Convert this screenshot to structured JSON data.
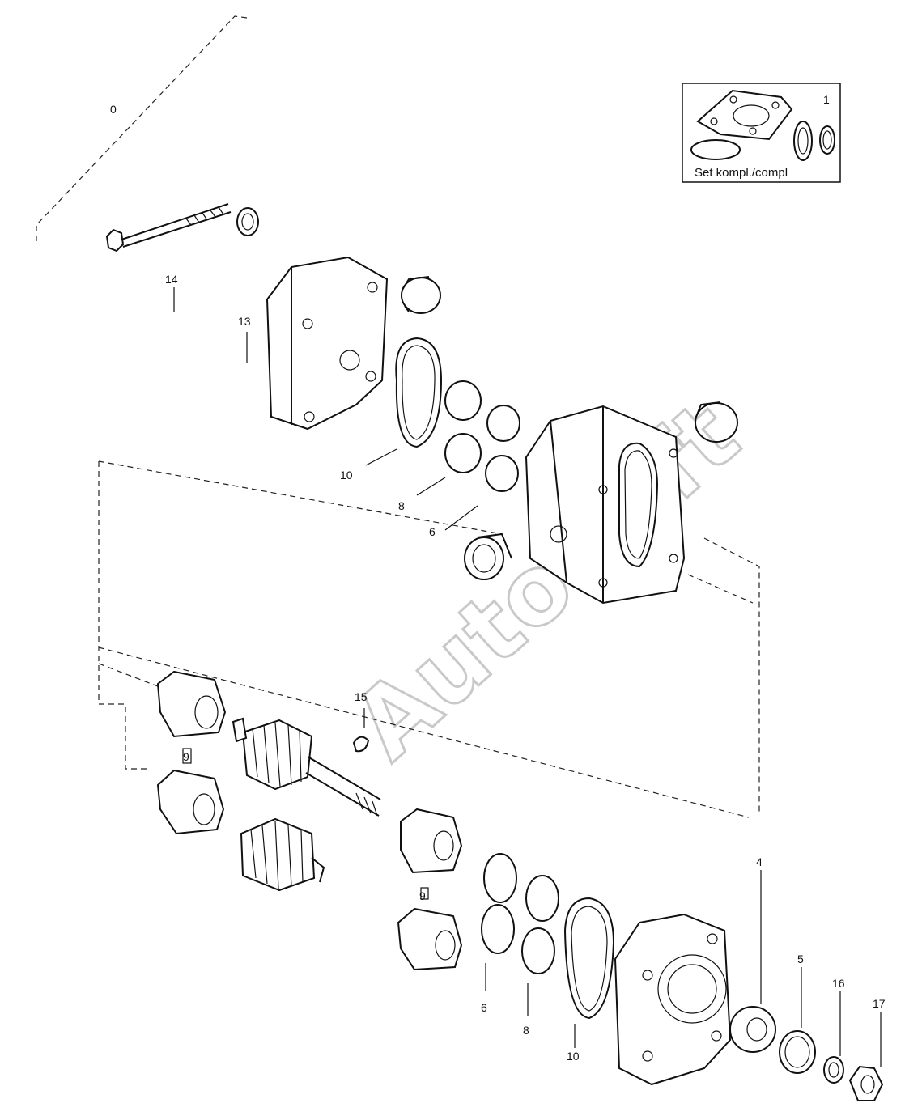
{
  "watermark": "AutoSoft",
  "inset": {
    "label": "Set kompl./compl",
    "part_number": "1"
  },
  "callouts": [
    {
      "id": "c0",
      "text": "0"
    },
    {
      "id": "c14",
      "text": "14"
    },
    {
      "id": "c13",
      "text": "13"
    },
    {
      "id": "c10a",
      "text": "10"
    },
    {
      "id": "c8a",
      "text": "8"
    },
    {
      "id": "c6a",
      "text": "6"
    },
    {
      "id": "c15",
      "text": "15"
    },
    {
      "id": "c9a",
      "text": "9"
    },
    {
      "id": "c9b",
      "text": "9"
    },
    {
      "id": "c6b",
      "text": "6"
    },
    {
      "id": "c8b",
      "text": "8"
    },
    {
      "id": "c10b",
      "text": "10"
    },
    {
      "id": "c4",
      "text": "4"
    },
    {
      "id": "c5",
      "text": "5"
    },
    {
      "id": "c16",
      "text": "16"
    },
    {
      "id": "c17",
      "text": "17"
    }
  ]
}
